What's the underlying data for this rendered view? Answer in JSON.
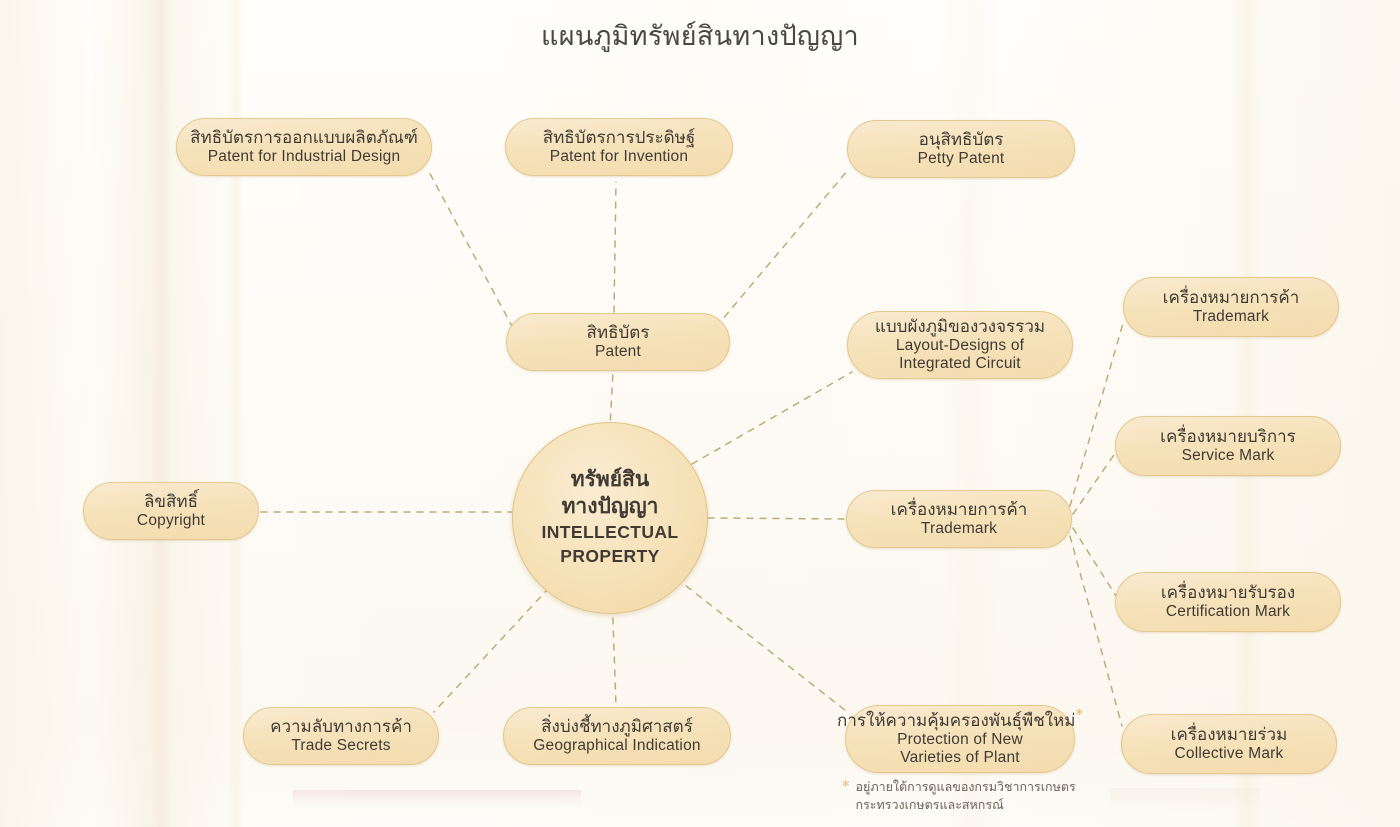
{
  "title": "แผนภูมิทรัพย์สินทางปัญญา",
  "center": {
    "th_line1": "ทรัพย์สิน",
    "th_line2": "ทางปัญญา",
    "en_line1": "INTELLECTUAL",
    "en_line2": "PROPERTY"
  },
  "nodes": {
    "patent_industrial_design": {
      "th": "สิทธิบัตรการออกแบบผลิตภัณฑ์",
      "en": "Patent for Industrial Design"
    },
    "patent_invention": {
      "th": "สิทธิบัตรการประดิษฐ์",
      "en": "Patent for Invention"
    },
    "petty_patent": {
      "th": "อนุสิทธิบัตร",
      "en": "Petty Patent"
    },
    "patent_hub": {
      "th": "สิทธิบัตร",
      "en": "Patent"
    },
    "layout_designs": {
      "th": "แบบผังภูมิของวงจรรวม",
      "en_line1": "Layout-Designs of",
      "en_line2": "Integrated Circuit"
    },
    "copyright": {
      "th": "ลิขสิทธิ์",
      "en": "Copyright"
    },
    "trademark_hub": {
      "th": "เครื่องหมายการค้า",
      "en": "Trademark"
    },
    "trademark": {
      "th": "เครื่องหมายการค้า",
      "en": "Trademark"
    },
    "service_mark": {
      "th": "เครื่องหมายบริการ",
      "en": "Service Mark"
    },
    "certification_mark": {
      "th": "เครื่องหมายรับรอง",
      "en": "Certification Mark"
    },
    "collective_mark": {
      "th": "เครื่องหมายร่วม",
      "en": "Collective Mark"
    },
    "trade_secrets": {
      "th": "ความลับทางการค้า",
      "en": "Trade Secrets"
    },
    "geographical_indication": {
      "th": "สิ่งบ่งชี้ทางภูมิศาสตร์",
      "en": "Geographical Indication"
    },
    "plant_varieties": {
      "th": "การให้ความคุ้มครองพันธุ์พืชใหม่",
      "th_marker": "*",
      "en_line1": "Protection of New",
      "en_line2": "Varieties of Plant"
    }
  },
  "footnote": {
    "marker": "*",
    "line1": "อยู่ภายใต้การดูแลของกรมวิชาการเกษตร",
    "line2": "กระทรวงเกษตรและสหกรณ์"
  },
  "colors": {
    "node_fill": "#f6e2ba",
    "node_border": "#e3c98f",
    "connector": "#b9ad79",
    "text": "#3f3b34",
    "title_text": "#4a4640",
    "paper": "#fdfbf6",
    "asterisk": "#e6b35c"
  }
}
